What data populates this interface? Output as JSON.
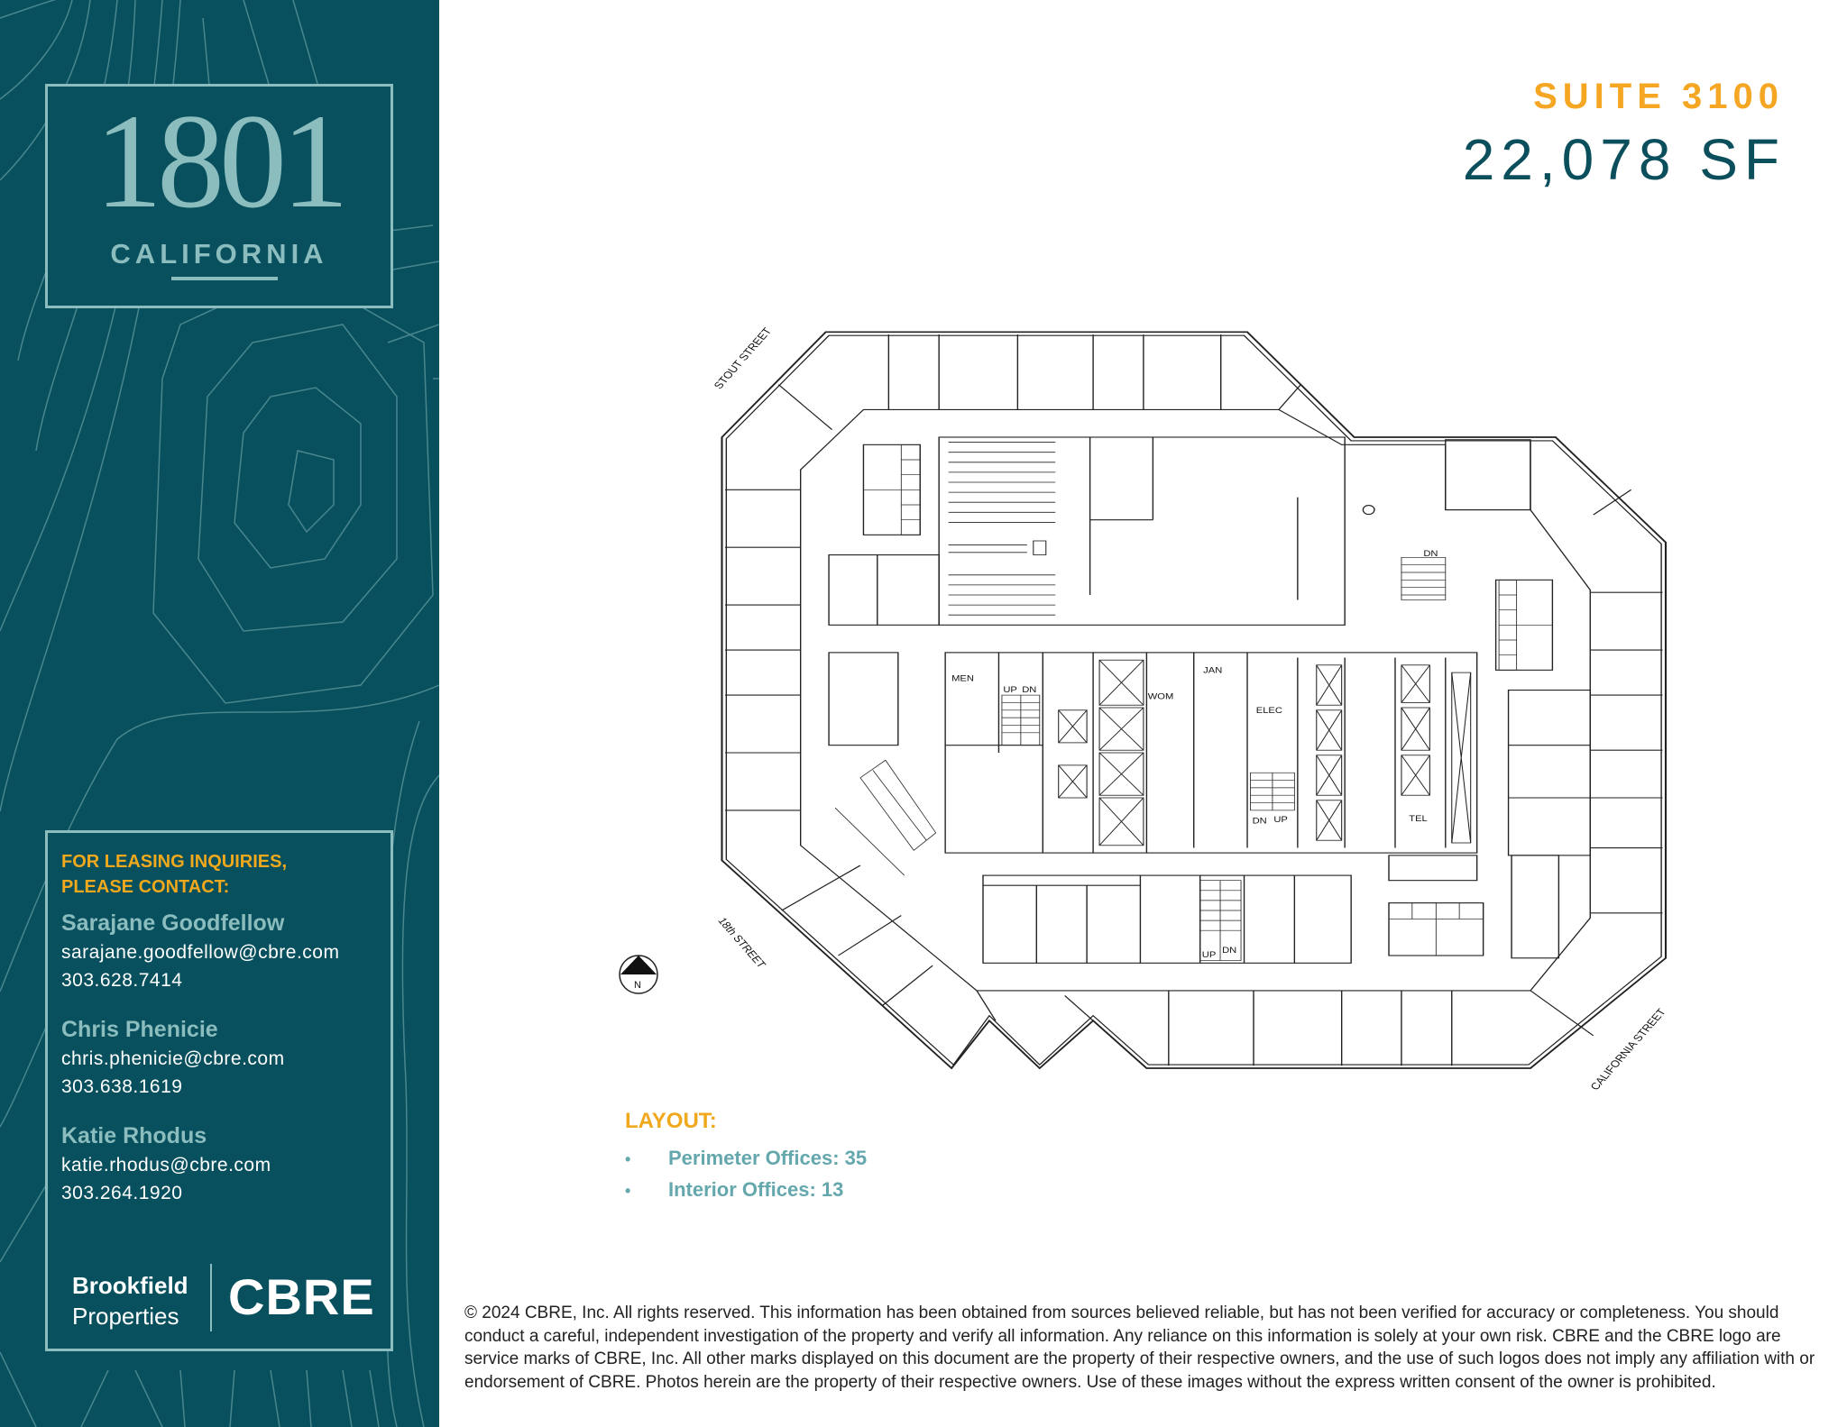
{
  "brand": {
    "logo_number": "1801",
    "logo_word": "CALIFORNIA",
    "sidebar_color": "#08505d",
    "accent_color": "#f0a81c",
    "muted_teal": "#8bbcbe"
  },
  "header": {
    "suite": "SUITE 3100",
    "area": "22,078 SF"
  },
  "contact": {
    "heading_line1": "FOR LEASING INQUIRIES,",
    "heading_line2": "PLEASE CONTACT:",
    "people": [
      {
        "name": "Sarajane Goodfellow",
        "email": "sarajane.goodfellow@cbre.com",
        "phone": "303.628.7414"
      },
      {
        "name": "Chris Phenicie",
        "email": "chris.phenicie@cbre.com",
        "phone": "303.638.1619"
      },
      {
        "name": "Katie Rhodus",
        "email": "katie.rhodus@cbre.com",
        "phone": "303.264.1920"
      }
    ]
  },
  "partners": {
    "brookfield_line1": "Brookfield",
    "brookfield_line2": "Properties",
    "cbre": "CBRE"
  },
  "floorplan": {
    "streets": {
      "stout": "STOUT STREET",
      "eighteenth": "18th STREET",
      "california": "CALIFORNIA STREET"
    },
    "rooms": {
      "men": "MEN",
      "wom": "WOM",
      "jan": "JAN",
      "elec": "ELEC",
      "tel": "TEL",
      "up": "UP",
      "dn": "DN"
    },
    "compass": "N"
  },
  "layout": {
    "heading": "LAYOUT:",
    "items": [
      {
        "bullet": "•",
        "text": "Perimeter Offices: 35"
      },
      {
        "bullet": "•",
        "text": "Interior Offices: 13"
      }
    ]
  },
  "footer": {
    "disclaimer": "© 2024 CBRE, Inc. All rights reserved. This information has been obtained from sources believed reliable, but has not been verified for accuracy or completeness. You should conduct a careful, independent investigation of the property and verify all information. Any reliance on this information is solely at your own risk. CBRE and the CBRE logo are service marks of CBRE, Inc. All other marks displayed on this document are the property of their respective owners, and the use of such logos does not imply any affiliation with or endorsement of CBRE. Photos herein are the property of their respective owners. Use of these images without the express written consent of the owner is prohibited."
  }
}
